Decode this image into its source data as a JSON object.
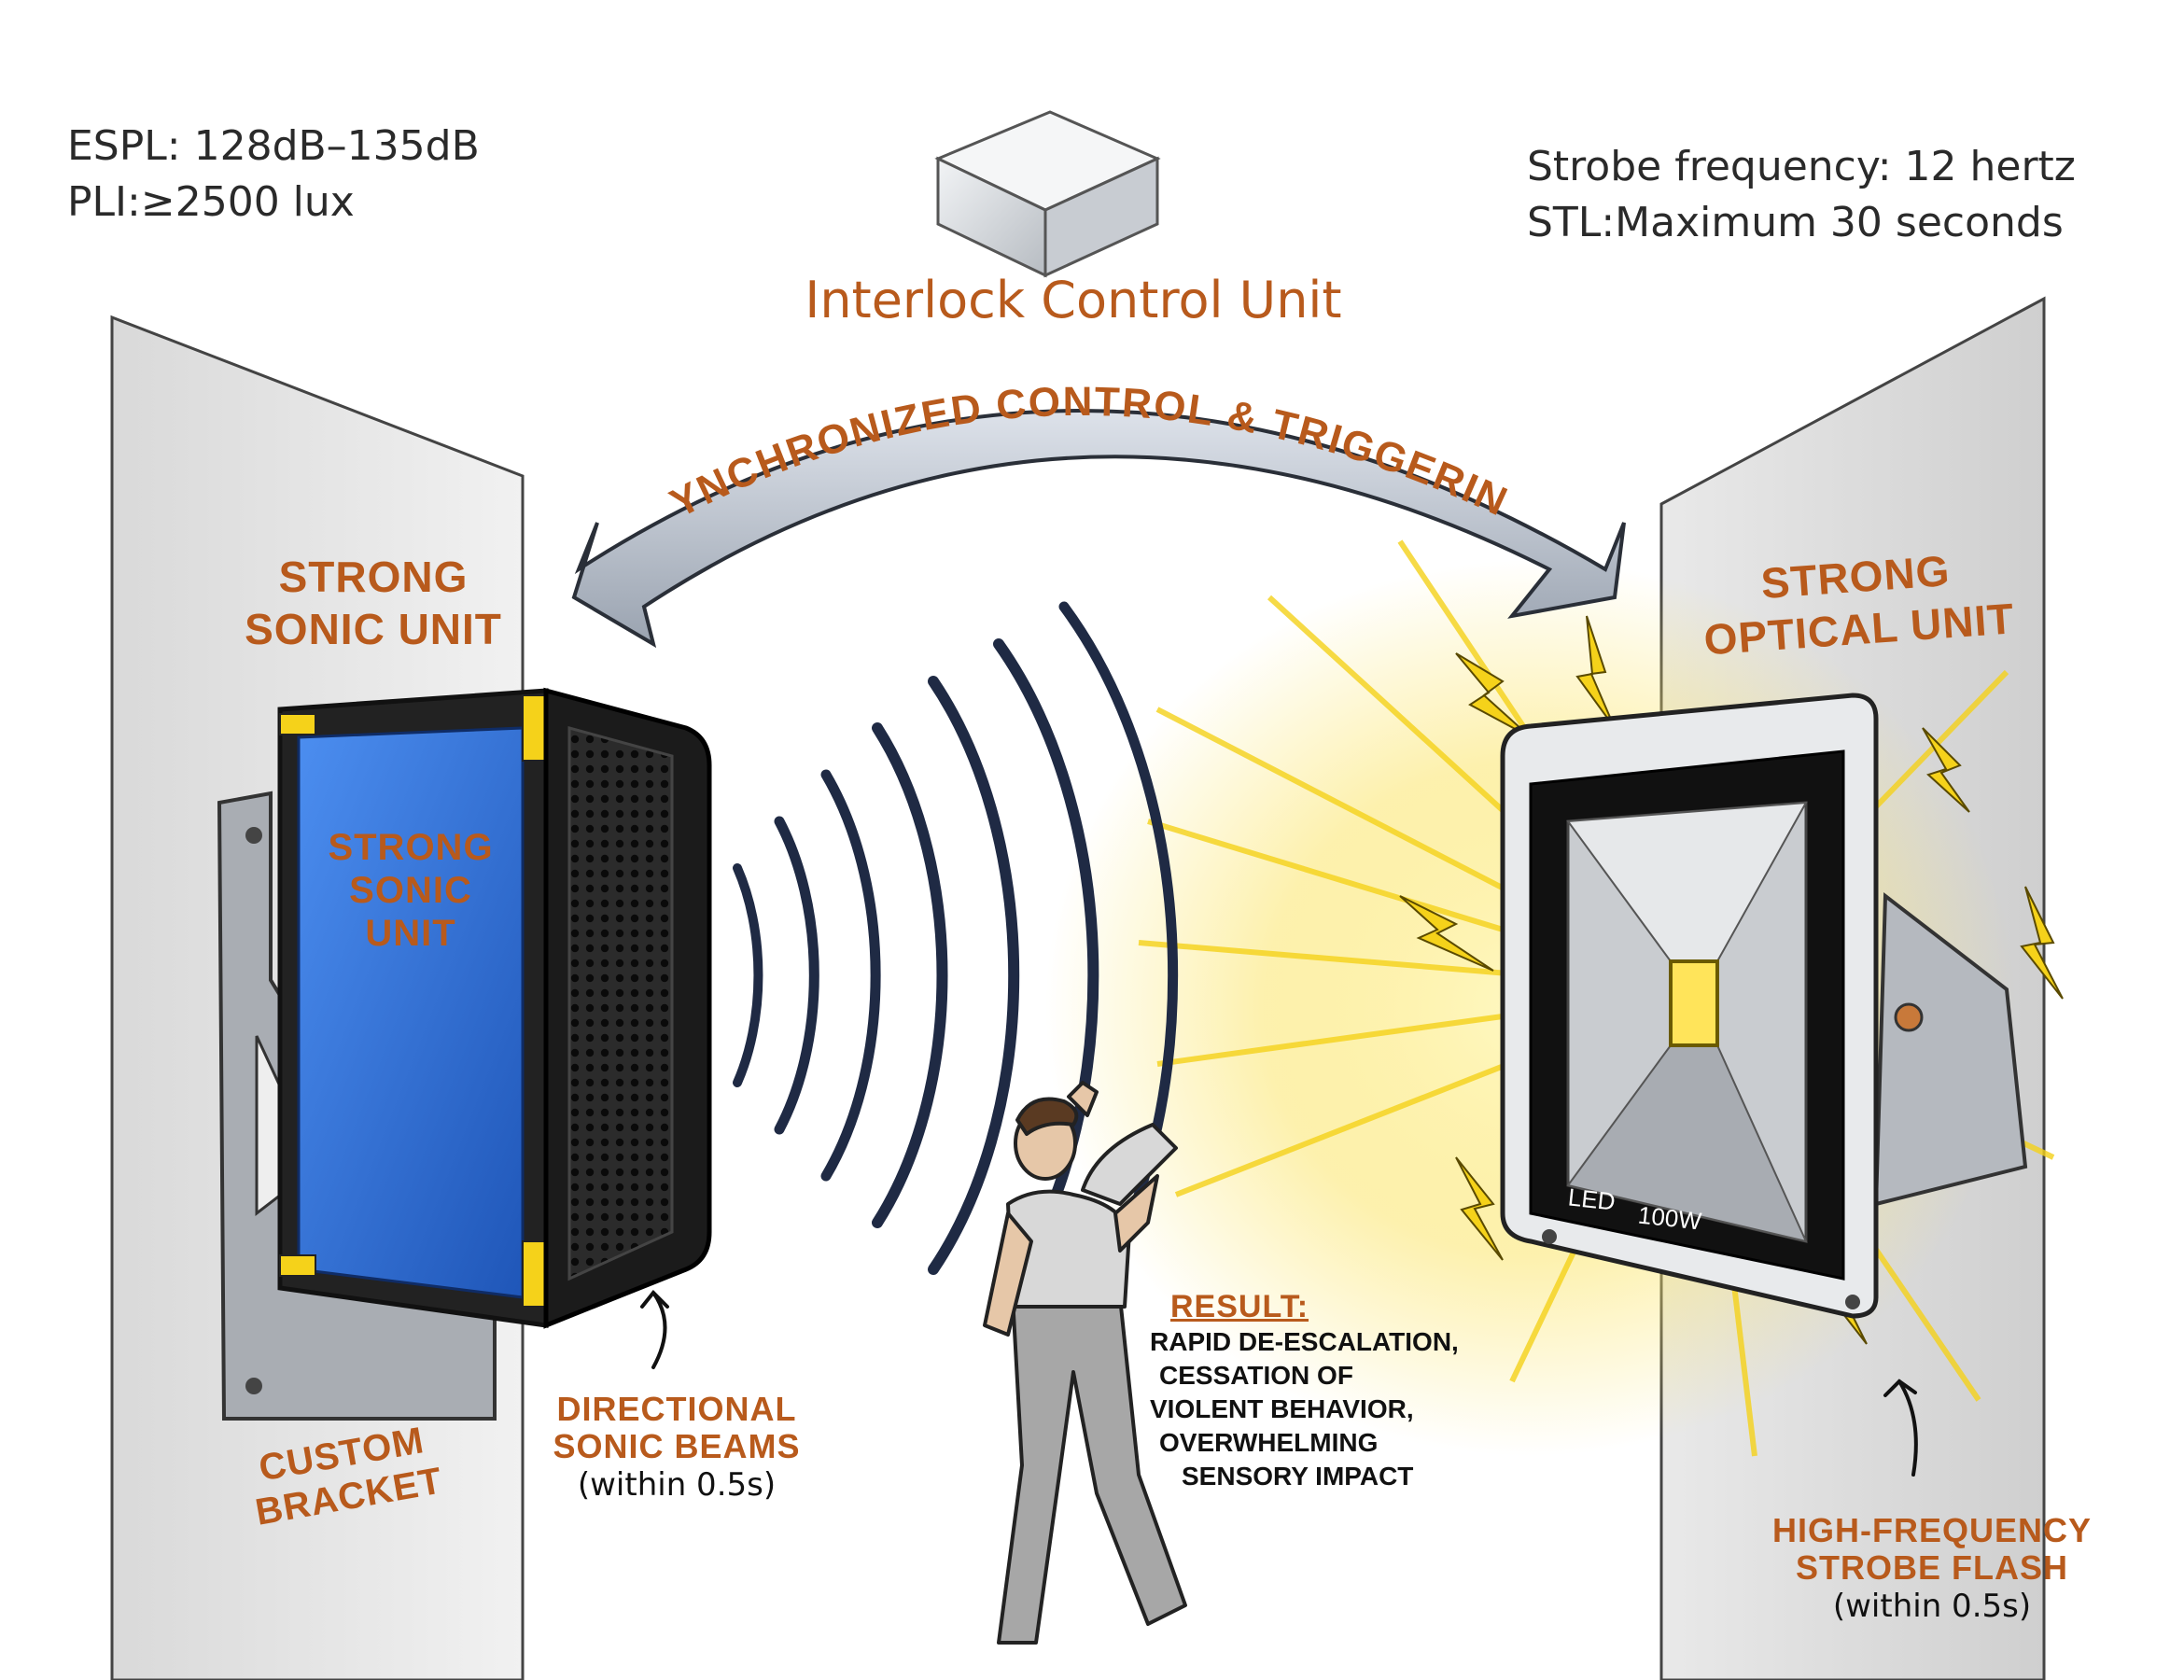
{
  "specs_left": {
    "espl": "ESPL: 128dB–135dB",
    "pli": "PLI:≥2500 lux"
  },
  "specs_right": {
    "strobe": "Strobe frequency: 12 hertz",
    "stl": "STL:Maximum 30 seconds"
  },
  "control_unit": {
    "title": "Interlock Control Unit"
  },
  "arc_text": "SYNCHRONIZED CONTROL & TRIGGERING",
  "sonic": {
    "label_line1": "STRONG",
    "label_line2": "SONIC UNIT",
    "panel_line1": "STRONG",
    "panel_line2": "SONIC",
    "panel_line3": "UNIT",
    "bracket_line1": "CUSTOM",
    "bracket_line2": "BRACKET",
    "beams_line1": "DIRECTIONAL",
    "beams_line2": "SONIC BEAMS",
    "beams_time": "(within 0.5s)"
  },
  "optical": {
    "label_line1": "STRONG",
    "label_line2": "OPTICAL UNIT",
    "led_text": "LED",
    "watt_text": "100W",
    "strobe_line1": "HIGH-FREQUENCY",
    "strobe_line2": "STROBE FLASH",
    "strobe_time": "(within 0.5s)"
  },
  "result": {
    "heading": "RESULT:",
    "line1": "RAPID DE-ESCALATION,",
    "line2": "CESSATION OF",
    "line3": "VIOLENT BEHAVIOR,",
    "line4": "OVERWHELMING",
    "line5": "SENSORY IMPACT"
  },
  "colors": {
    "label_orange": "#b85a1c",
    "speaker_blue": "#2f6fd6",
    "accent_yellow": "#f5d21a",
    "light_yellow": "#fbe56a",
    "arrow_grey": "#b8c0cc"
  }
}
